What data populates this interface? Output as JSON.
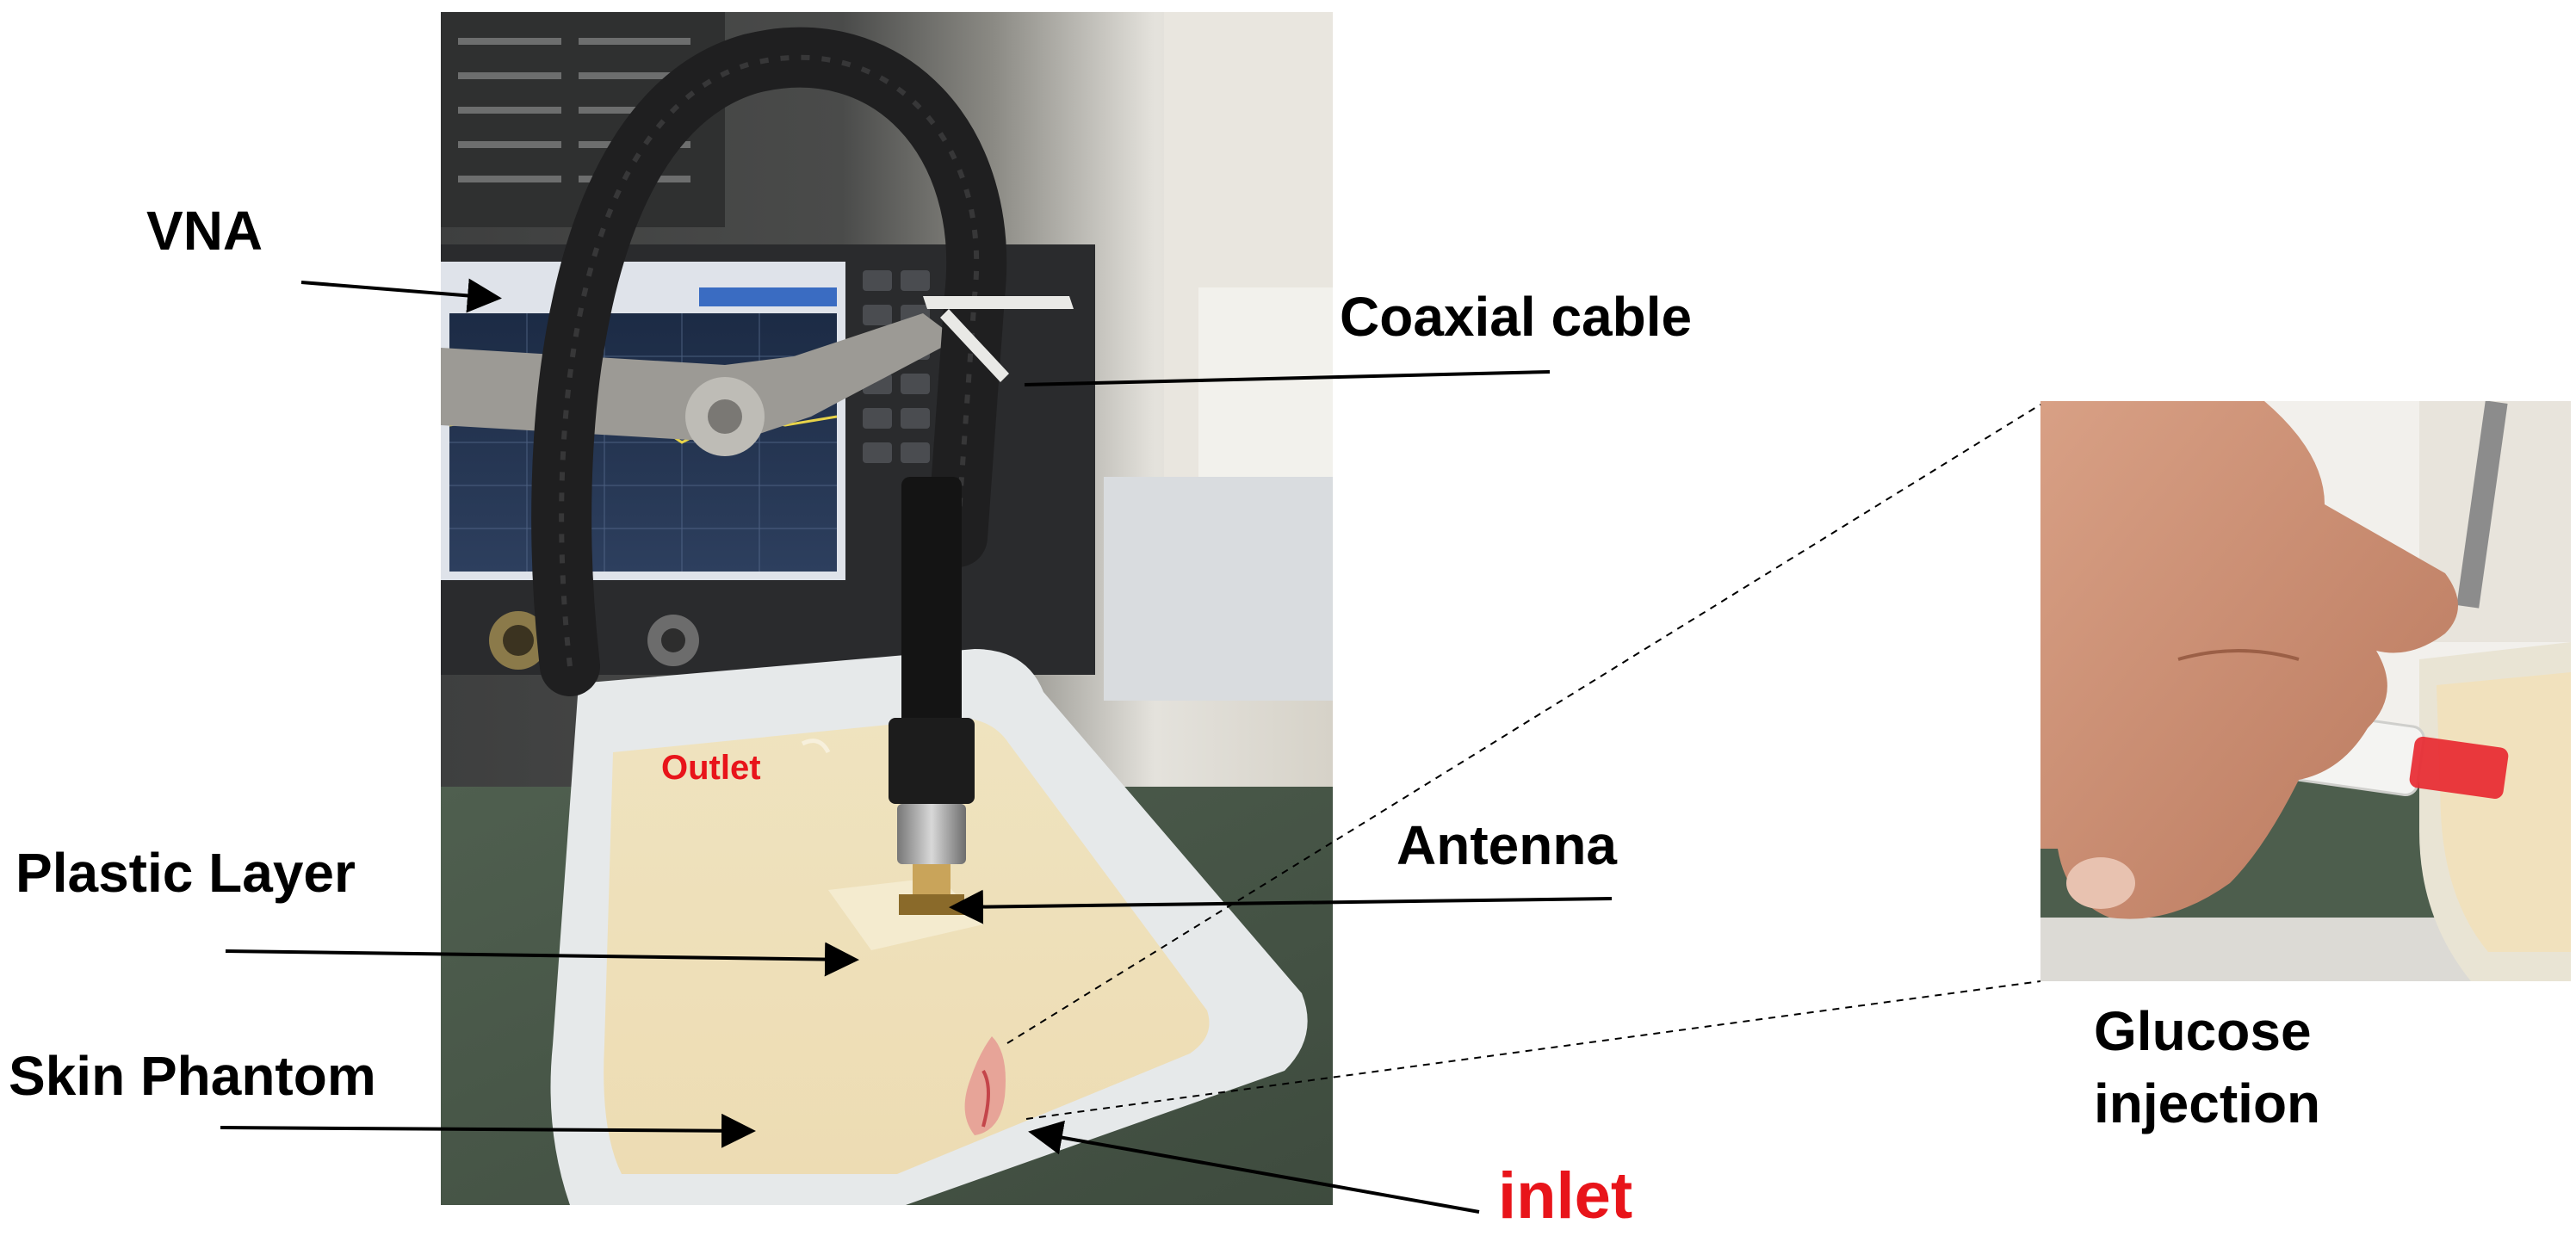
{
  "labels": {
    "vna": "VNA",
    "coaxial_cable": "Coaxial cable",
    "plastic_layer": "Plastic Layer",
    "skin_phantom": "Skin Phantom",
    "antenna": "Antenna",
    "outlet": "Outlet",
    "inlet": "inlet",
    "glucose_injection_line1": "Glucose",
    "glucose_injection_line2": "injection"
  },
  "colors": {
    "label_text": "#000000",
    "red_label": "#e8141a",
    "phantom": "#f0e3be",
    "container": "#e9ecee",
    "cable": "#2b2b2b"
  }
}
